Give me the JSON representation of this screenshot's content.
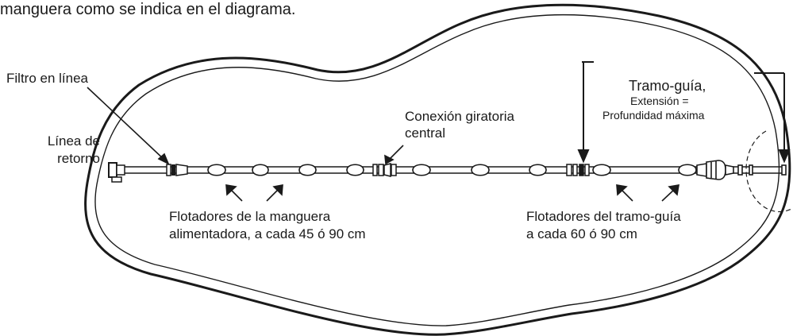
{
  "header": {
    "intro_line": "manguera como se indica en el diagrama."
  },
  "labels": {
    "inline_filter": "Filtro en línea",
    "return_line_1": "Línea de",
    "return_line_2": "retorno",
    "swivel_1": "Conexión giratoria",
    "swivel_2": "central",
    "leader_title": "Tramo-guía,",
    "leader_ext_1": "Extensión =",
    "leader_ext_2": "Profundidad máxima",
    "feed_floats_1": "Flotadores de la manguera",
    "feed_floats_2": "alimentadora, a cada 45 ó 90 cm",
    "leader_floats_1": "Flotadores del tramo-guía",
    "leader_floats_2": "a cada 60 ó 90 cm"
  },
  "colors": {
    "ink": "#1a1a1a",
    "background": "#ffffff"
  }
}
